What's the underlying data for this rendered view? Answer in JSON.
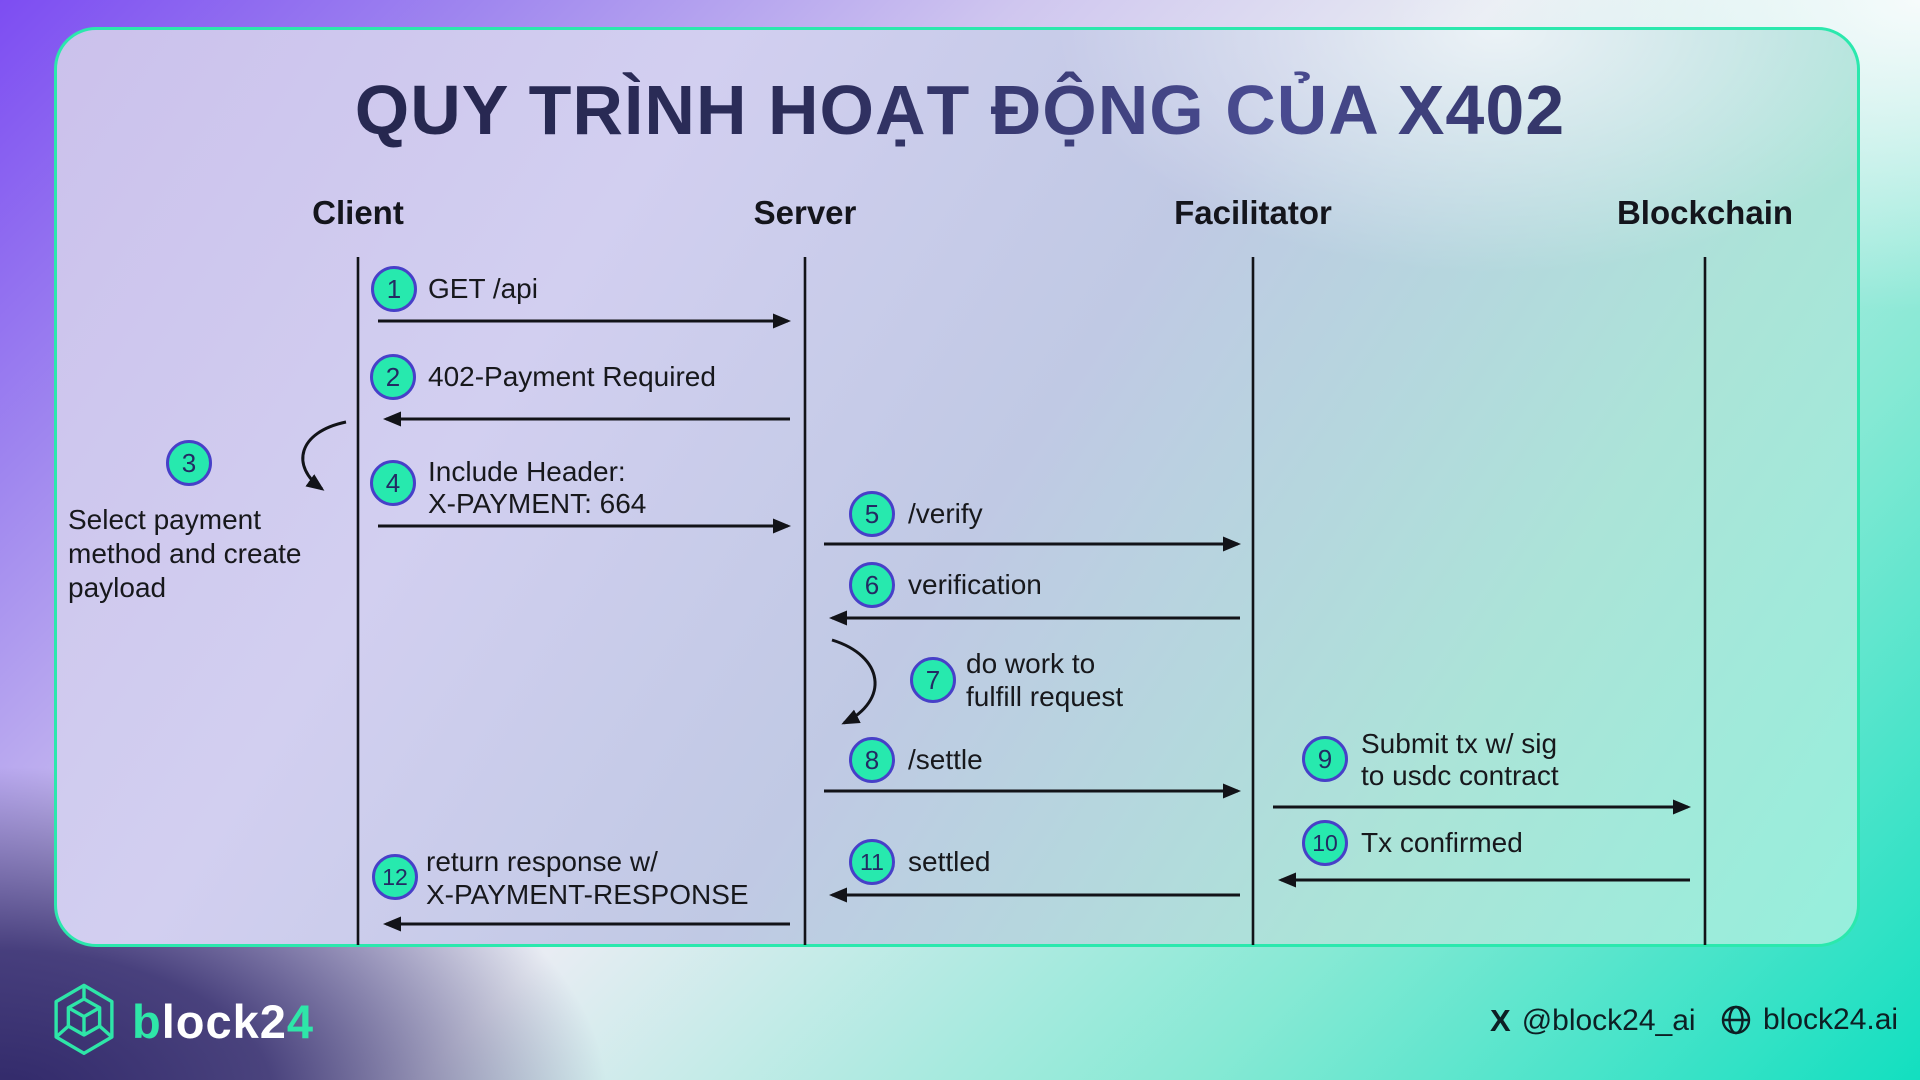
{
  "title": "QUY TRÌNH HOẠT ĐỘNG CỦA X402",
  "lanes": [
    {
      "label": "Client"
    },
    {
      "label": "Server"
    },
    {
      "label": "Facilitator"
    },
    {
      "label": "Blockchain"
    }
  ],
  "steps": [
    {
      "num": "1",
      "lines": [
        "GET /api"
      ]
    },
    {
      "num": "2",
      "lines": [
        "402-Payment Required"
      ]
    },
    {
      "num": "3",
      "lines": [
        "Select payment",
        "method and create",
        "payload"
      ]
    },
    {
      "num": "4",
      "lines": [
        "Include Header:",
        "X-PAYMENT: 664"
      ]
    },
    {
      "num": "5",
      "lines": [
        "/verify"
      ]
    },
    {
      "num": "6",
      "lines": [
        "verification"
      ]
    },
    {
      "num": "7",
      "lines": [
        "do work to",
        "fulfill request"
      ]
    },
    {
      "num": "8",
      "lines": [
        "/settle"
      ]
    },
    {
      "num": "9",
      "lines": [
        "Submit tx w/ sig",
        "to usdc contract"
      ]
    },
    {
      "num": "10",
      "lines": [
        "Tx confirmed"
      ]
    },
    {
      "num": "11",
      "lines": [
        "settled"
      ]
    },
    {
      "num": "12",
      "lines": [
        "return response w/",
        "X-PAYMENT-RESPONSE"
      ]
    }
  ],
  "footer": {
    "brand_b": "b",
    "brand_lock": "lock",
    "brand_2": "2",
    "brand_4": "4",
    "x_glyph": "X",
    "x_handle": "@block24_ai",
    "website": "block24.ai"
  },
  "colors": {
    "card_border": "#2be8ad",
    "badge_fill": "#27e9ae",
    "badge_border": "#4740c8",
    "accent_teal": "#2ee6a8",
    "bg_purple": "#7d4df2",
    "bg_teal": "#12dfc0",
    "bg_dark_indigo": "#302869",
    "title_navy": "#23244e",
    "line_color": "#121318"
  }
}
